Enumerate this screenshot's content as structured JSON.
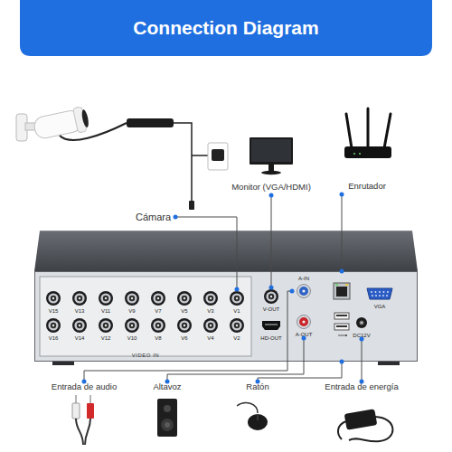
{
  "diagram": {
    "title": "Connection Diagram",
    "nodes": [
      {
        "text": [
          "Cámara"
        ]
      },
      {
        "text": [
          "Monitor (VGA/HDMI)"
        ]
      },
      {
        "text": [
          "Enrutador"
        ]
      },
      {
        "text": [
          "VIDEO IN"
        ]
      },
      {
        "text": [
          "V15"
        ],
        "in": 3
      },
      {
        "text": [
          "V13"
        ],
        "in": 3
      },
      {
        "text": [
          "V11"
        ],
        "in": 3
      },
      {
        "text": [
          "V9"
        ],
        "in": 3
      },
      {
        "text": [
          "V7"
        ],
        "in": 3
      },
      {
        "text": [
          "V5"
        ],
        "in": 3
      },
      {
        "text": [
          "V3"
        ],
        "in": 3
      },
      {
        "text": [
          "V1"
        ],
        "in": 3
      },
      {
        "text": [
          "V16"
        ],
        "in": 3
      },
      {
        "text": [
          "V14"
        ],
        "in": 3
      },
      {
        "text": [
          "V12"
        ],
        "in": 3
      },
      {
        "text": [
          "V10"
        ],
        "in": 3
      },
      {
        "text": [
          "V8"
        ],
        "in": 3
      },
      {
        "text": [
          "V6"
        ],
        "in": 3
      },
      {
        "text": [
          "V4"
        ],
        "in": 3
      },
      {
        "text": [
          "V2"
        ],
        "in": 3
      },
      {
        "text": [
          "V-OUT"
        ],
        "in": 3
      },
      {
        "text": [
          "A-IN"
        ],
        "in": 3
      },
      {
        "text": [
          "VGA"
        ],
        "in": 3
      },
      {
        "text": [
          "HD-OUT"
        ],
        "in": 3
      },
      {
        "text": [
          "A-OUT"
        ],
        "in": 3
      },
      {
        "text": [
          "DC12V"
        ],
        "in": 3
      },
      {
        "text": [
          "Entrada de audio"
        ]
      },
      {
        "text": [
          "Altavoz"
        ]
      },
      {
        "text": [
          "Ratón"
        ]
      },
      {
        "text": [
          "Entrada de energía"
        ]
      }
    ],
    "edges": [
      {
        "from": 0,
        "to": 11,
        "arrow": "none"
      },
      {
        "from": 1,
        "to": 20,
        "arrow": "none"
      },
      {
        "from": 2,
        "to": 3,
        "arrow": "none"
      },
      {
        "from": 26,
        "to": 21,
        "arrow": "none"
      },
      {
        "from": 27,
        "to": 24,
        "arrow": "none"
      },
      {
        "from": 28,
        "to": 3,
        "arrow": "none"
      },
      {
        "from": 29,
        "to": 25,
        "arrow": "none"
      }
    ]
  }
}
